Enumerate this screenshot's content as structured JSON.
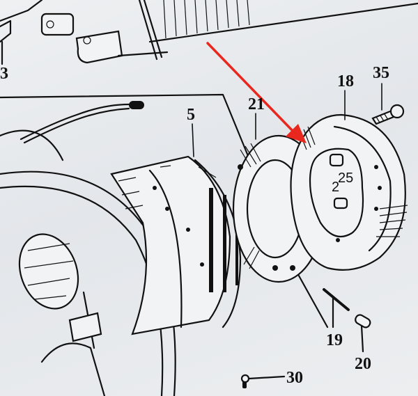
{
  "diagram": {
    "type": "exploded-parts-diagram",
    "subject": "brake drum / hub assembly",
    "part_labels": [
      {
        "id": "3",
        "text": "3"
      },
      {
        "id": "5",
        "text": "5"
      },
      {
        "id": "18",
        "text": "18"
      },
      {
        "id": "19",
        "text": "19"
      },
      {
        "id": "20",
        "text": "20"
      },
      {
        "id": "21",
        "text": "21"
      },
      {
        "id": "25",
        "text": "25"
      },
      {
        "id": "2",
        "text": "2"
      },
      {
        "id": "30",
        "text": "30"
      },
      {
        "id": "35",
        "text": "35"
      }
    ],
    "annotation": {
      "type": "arrow",
      "color": "#e8281e",
      "points_to": "part 18 inner face"
    },
    "colors": {
      "ink": "#111111",
      "paper": "#e9ecef",
      "arrow": "#e8281e"
    }
  }
}
